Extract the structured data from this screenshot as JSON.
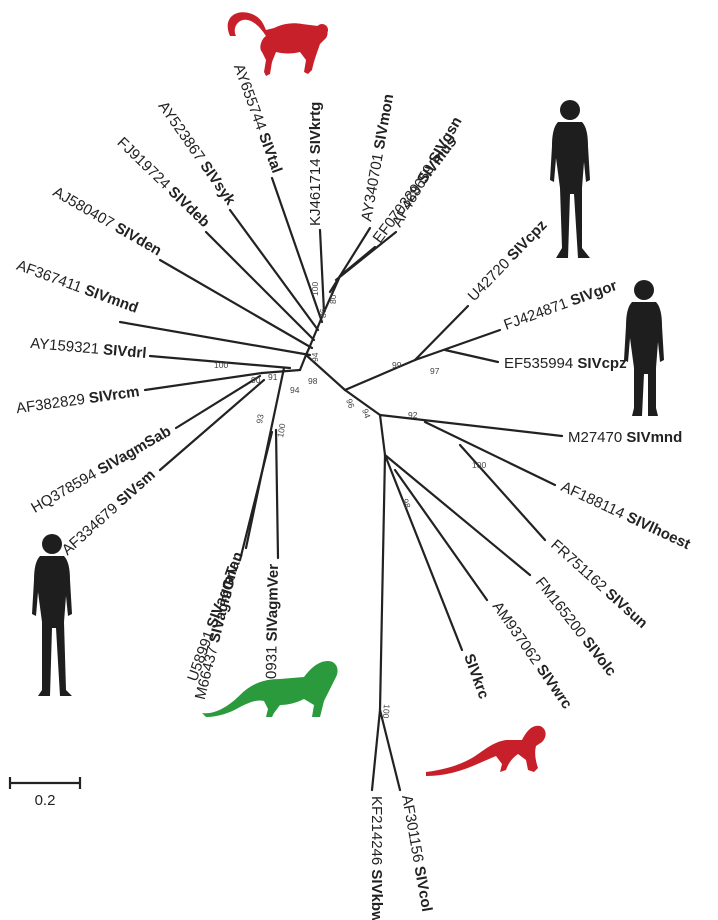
{
  "scale_bar": {
    "label": "0.2"
  },
  "leaves": [
    {
      "acc": "KJ461714",
      "name": "SIVkrtg"
    },
    {
      "acc": "AY340701",
      "name": "SIVmon"
    },
    {
      "acc": "AF468659",
      "name": "SIVgsn"
    },
    {
      "acc": "EF070329",
      "name": "SIVmus"
    },
    {
      "acc": "AY655744",
      "name": "SIVtal"
    },
    {
      "acc": "AY523867",
      "name": "SIVsyk"
    },
    {
      "acc": "FJ919724",
      "name": "SIVdeb"
    },
    {
      "acc": "AJ580407",
      "name": "SIVden"
    },
    {
      "acc": "AF367411",
      "name": "SIVmnd"
    },
    {
      "acc": "AY159321",
      "name": "SIVdrl"
    },
    {
      "acc": "AF382829",
      "name": "SIVrcm"
    },
    {
      "acc": "HQ378594",
      "name": "SIVagmSab"
    },
    {
      "acc": "AF334679",
      "name": "SIVsm"
    },
    {
      "acc": "U58991",
      "name": "SIVagmTan"
    },
    {
      "acc": "M66437",
      "name": "SIVagmGrv"
    },
    {
      "acc": "M30931",
      "name": "SIVagmVer"
    },
    {
      "acc": "U42720",
      "name": "SIVcpz"
    },
    {
      "acc": "FJ424871",
      "name": "SIVgor"
    },
    {
      "acc": "EF535994",
      "name": "SIVcpz"
    },
    {
      "acc": "M27470",
      "name": "SIVmnd"
    },
    {
      "acc": "AF188114",
      "name": "SIVlhoest"
    },
    {
      "acc": "FR751162",
      "name": "SIVsun"
    },
    {
      "acc": "FM165200",
      "name": "SIVolc"
    },
    {
      "acc": "AM937062",
      "name": "SIVwrc"
    },
    {
      "acc": "",
      "name": "SIVkrc"
    },
    {
      "acc": "KF214246",
      "name": "SIVkbwc"
    },
    {
      "acc": "AF301156",
      "name": "SIVcol"
    }
  ],
  "bootstrap": [
    "100",
    "86",
    "80",
    "94",
    "98",
    "100",
    "90",
    "91",
    "94",
    "93",
    "100",
    "99",
    "97",
    "96",
    "94",
    "92",
    "100",
    "98",
    "100"
  ],
  "colors": {
    "red_monkey": "#c8202a",
    "green_monkey": "#2a9a3c",
    "human": "#1e1e1e"
  },
  "icons": [
    "red-colobus-monkey-icon",
    "green-monkey-icon",
    "human-silhouette-icon"
  ]
}
